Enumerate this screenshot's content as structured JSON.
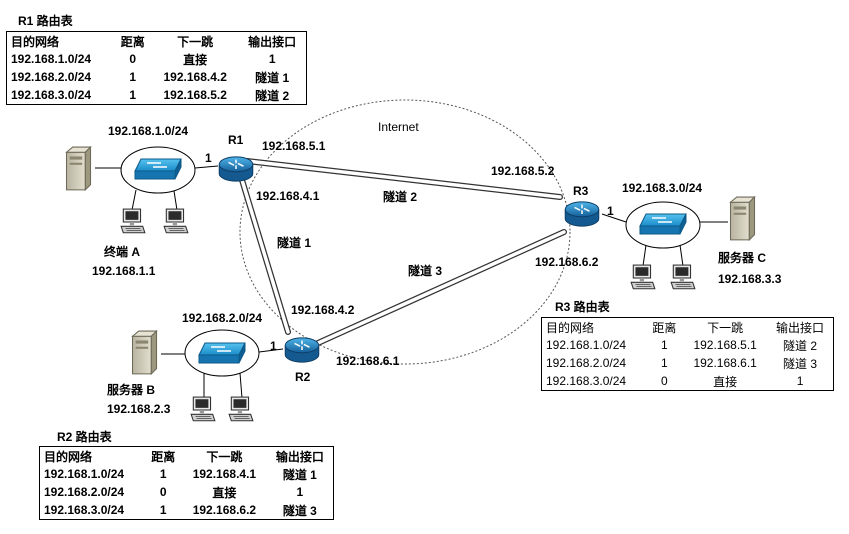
{
  "internet_label": "Internet",
  "r1": {
    "name": "R1",
    "port1": "1",
    "lan": "192.168.1.0/24",
    "ip_tunnel2": "192.168.5.1",
    "ip_tunnel1": "192.168.4.1",
    "table_title": "R1 路由表",
    "table": {
      "headers": [
        "目的网络",
        "距离",
        "下一跳",
        "输出接口"
      ],
      "rows": [
        [
          "192.168.1.0/24",
          "0",
          "直接",
          "1"
        ],
        [
          "192.168.2.0/24",
          "1",
          "192.168.4.2",
          "隧道 1"
        ],
        [
          "192.168.3.0/24",
          "1",
          "192.168.5.2",
          "隧道 2"
        ]
      ]
    }
  },
  "r2": {
    "name": "R2",
    "port1": "1",
    "lan": "192.168.2.0/24",
    "ip_tunnel1": "192.168.4.2",
    "ip_tunnel3": "192.168.6.1",
    "table_title": "R2 路由表",
    "table": {
      "headers": [
        "目的网络",
        "距离",
        "下一跳",
        "输出接口"
      ],
      "rows": [
        [
          "192.168.1.0/24",
          "1",
          "192.168.4.1",
          "隧道 1"
        ],
        [
          "192.168.2.0/24",
          "0",
          "直接",
          "1"
        ],
        [
          "192.168.3.0/24",
          "1",
          "192.168.6.2",
          "隧道 3"
        ]
      ]
    }
  },
  "r3": {
    "name": "R3",
    "port1": "1",
    "lan": "192.168.3.0/24",
    "ip_tunnel2": "192.168.5.2",
    "ip_tunnel3": "192.168.6.2",
    "table_title": "R3 路由表",
    "table": {
      "headers": [
        "目的网络",
        "距离",
        "下一跳",
        "输出接口"
      ],
      "rows": [
        [
          "192.168.1.0/24",
          "1",
          "192.168.5.1",
          "隧道 2"
        ],
        [
          "192.168.2.0/24",
          "1",
          "192.168.6.1",
          "隧道 3"
        ],
        [
          "192.168.3.0/24",
          "0",
          "直接",
          "1"
        ]
      ]
    }
  },
  "tunnels": {
    "t1": "隧道 1",
    "t2": "隧道 2",
    "t3": "隧道 3"
  },
  "hosts": {
    "terminal_a": {
      "name": "终端 A",
      "ip": "192.168.1.1"
    },
    "server_b": {
      "name": "服务器 B",
      "ip": "192.168.2.3"
    },
    "server_c": {
      "name": "服务器 C",
      "ip": "192.168.3.3"
    }
  },
  "colors": {
    "device_blue": "#1e8fd0",
    "switch_blue": "#2aa6de",
    "server_gray": "#c9c6b4"
  },
  "icons": [
    "router-icon",
    "switch-icon",
    "server-icon",
    "pc-icon"
  ]
}
